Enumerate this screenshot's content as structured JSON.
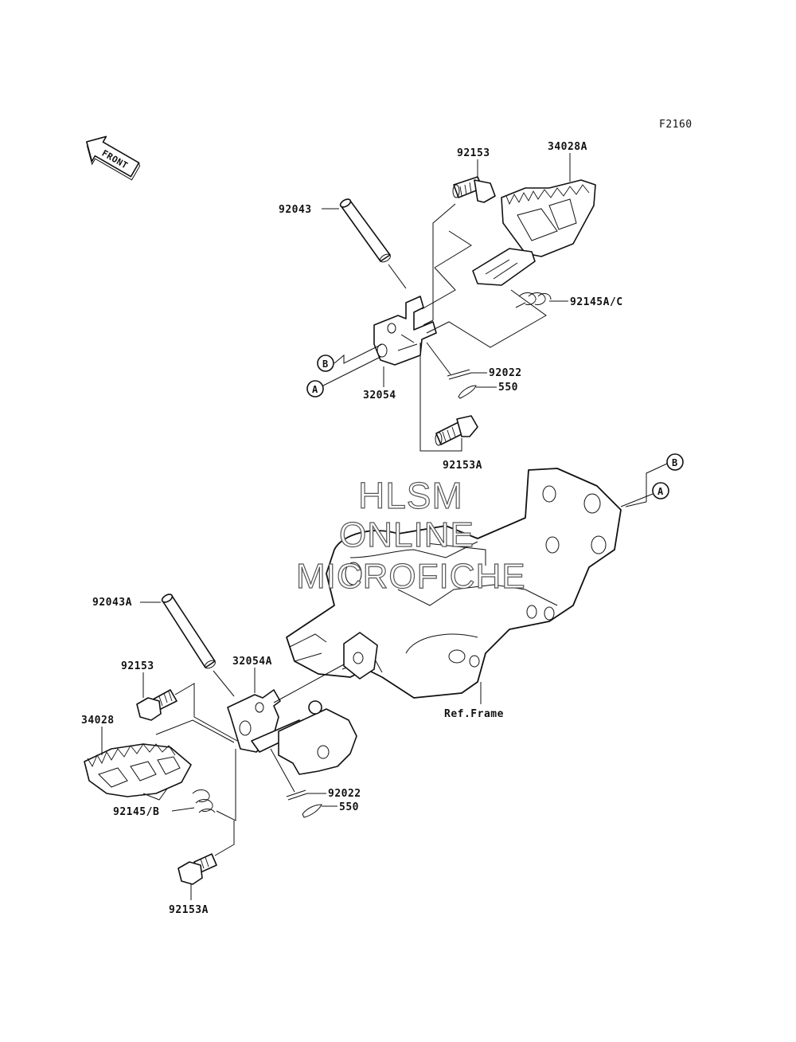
{
  "figure_code": "F2160",
  "front_arrow": {
    "label": "FRONT",
    "icon": "front-direction-arrow-icon"
  },
  "watermark": {
    "line1": "HLSM",
    "line2": "ONLINE",
    "line3": "MICROFICHE"
  },
  "callouts": {
    "a": "A",
    "b": "B"
  },
  "parts_upper": {
    "bolt": "92153",
    "footpeg": "34028A",
    "pin": "92043",
    "spring": "92145A/C",
    "washer": "92022",
    "cotter_pin": "550",
    "bracket": "32054",
    "lower_bolt": "92153A"
  },
  "parts_lower": {
    "pin": "92043A",
    "bolt": "92153",
    "bracket": "32054A",
    "footpeg": "34028",
    "spring": "92145/B",
    "washer": "92022",
    "cotter_pin": "550",
    "lower_bolt": "92153A"
  },
  "frame_reference": "Ref.Frame"
}
